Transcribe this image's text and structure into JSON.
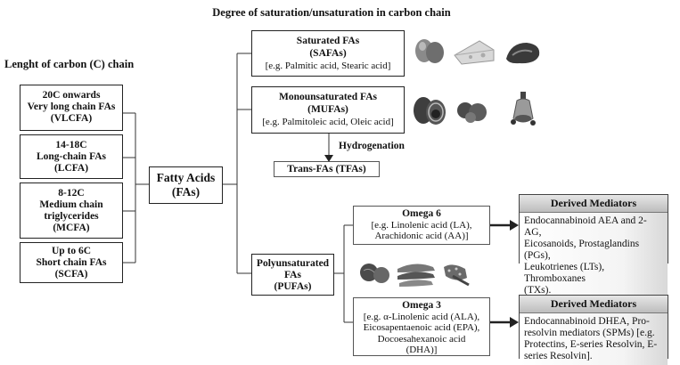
{
  "title": "Degree of saturation/unsaturation in carbon chain",
  "chain_title": "Lenght of carbon (C) chain",
  "center": {
    "line1": "Fatty Acids",
    "line2": "(FAs)"
  },
  "chain_boxes": [
    {
      "l1": "20C onwards",
      "l2": "Very long chain FAs",
      "l3": "(VLCFA)"
    },
    {
      "l1": "14-18C",
      "l2": "Long-chain FAs",
      "l3": "(LCFA)"
    },
    {
      "l1": "8-12C",
      "l2": "Medium chain",
      "l3": "triglycerides",
      "l4": "(MCFA)"
    },
    {
      "l1": "Up to 6C",
      "l2": "Short chain FAs",
      "l3": "(SCFA)"
    }
  ],
  "safa": {
    "l1": "Saturated FAs",
    "l2": "(SAFAs)",
    "l3": "[e.g. Palmitic acid, Stearic acid]"
  },
  "mufa": {
    "l1": "Monounsaturated FAs",
    "l2": "(MUFAs)",
    "l3": "[e.g. Palmitoleic acid, Oleic acid]"
  },
  "hydrogenation": "Hydrogenation",
  "tfa": "Trans-FAs (TFAs)",
  "pufa": {
    "l1": "Polyunsaturated",
    "l2": "FAs",
    "l3": "(PUFAs)"
  },
  "omega6": {
    "title": "Omega 6",
    "l1": "[e.g. Linolenic acid (LA),",
    "l2": "Arachidonic acid (AA)]"
  },
  "omega3": {
    "title": "Omega 3",
    "l1": "[e.g. α-Linolenic acid (ALA),",
    "l2": "Eicosapentaenoic acid  (EPA),",
    "l3": "Docoesahexanoic acid",
    "l4": "(DHA)]"
  },
  "mediators6": {
    "title": "Derived Mediators",
    "l1": "Endocannabinoid AEA and 2-AG,",
    "l2": "Eicosanoids, Prostaglandins (PGs),",
    "l3": "Leukotrienes (LTs), Thromboxanes",
    "l4": "(TXs)."
  },
  "mediators3": {
    "title": "Derived Mediators",
    "l1": "Endocannabinoid DHEA, Pro-",
    "l2": "resolvin mediators (SPMs) [e.g.",
    "l3": "Protectins, E-series Resolvin, E-",
    "l4": "series Resolvin]."
  },
  "images": {
    "safa": [
      "eggs-image",
      "cheese-image",
      "meat-image"
    ],
    "mufa": [
      "avocado-image",
      "nuts-image",
      "olive-oil-image"
    ],
    "pufa": [
      "walnuts-image",
      "fish-image",
      "seeds-image"
    ]
  }
}
